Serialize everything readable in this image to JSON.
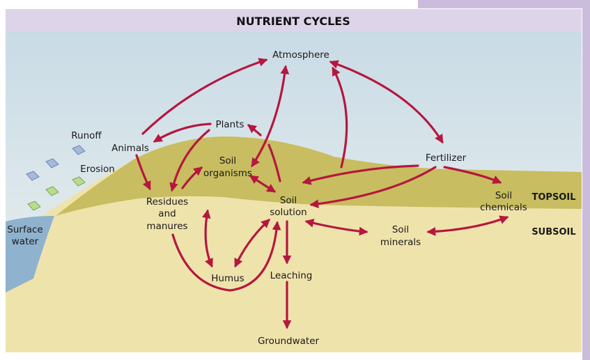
{
  "title": "NUTRIENT CYCLES",
  "layers": {
    "topsoil": "TOPSOIL",
    "subsoil": "SUBSOIL"
  },
  "nodes": {
    "atmosphere": "Atmosphere",
    "plants": "Plants",
    "animals": "Animals",
    "runoff": "Runoff",
    "erosion": "Erosion",
    "surface_water_1": "Surface",
    "surface_water_2": "water",
    "soil_organisms_1": "Soil",
    "soil_organisms_2": "organisms",
    "residues_1": "Residues",
    "residues_2": "and",
    "residues_3": "manures",
    "soil_solution_1": "Soil",
    "soil_solution_2": "solution",
    "fertilizer": "Fertilizer",
    "soil_chemicals_1": "Soil",
    "soil_chemicals_2": "chemicals",
    "soil_minerals_1": "Soil",
    "soil_minerals_2": "minerals",
    "humus": "Humus",
    "leaching": "Leaching",
    "groundwater": "Groundwater"
  },
  "colors": {
    "arrow": "#b5173f",
    "sky_top": "#c9dbe6",
    "sky_bottom": "#eaf1ee",
    "topsoil": "#c8bd60",
    "subsoil": "#efe3ac",
    "water": "#8fb2cf",
    "title_band": "#ddd4ea",
    "frame": "#cbbcdc",
    "runoff_chip": "#a5b9dc",
    "erosion_chip": "#b9dc8c"
  }
}
